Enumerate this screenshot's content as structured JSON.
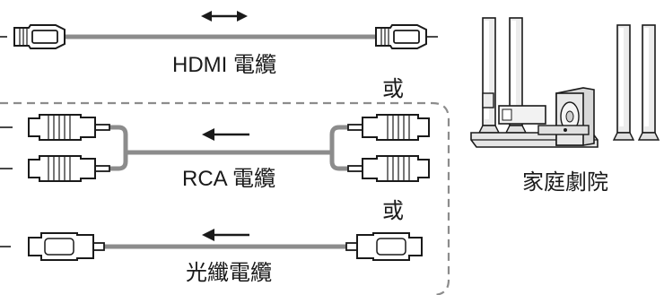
{
  "labels": {
    "hdmi": "HDMI 電纜",
    "rca": "RCA 電纜",
    "optical": "光纖電纜",
    "or_1": "或",
    "or_2": "或",
    "home_theater": "家庭劇院"
  },
  "icons": {
    "hdmi_direction": "double-arrow-icon",
    "rca_direction": "left-arrow-icon",
    "optical_direction": "left-arrow-icon"
  },
  "colors": {
    "cable": "#8c8c8c",
    "outline": "#1a1a1a",
    "dashed_box": "#8c8c8c",
    "device_fill": "#e6e6e6"
  }
}
